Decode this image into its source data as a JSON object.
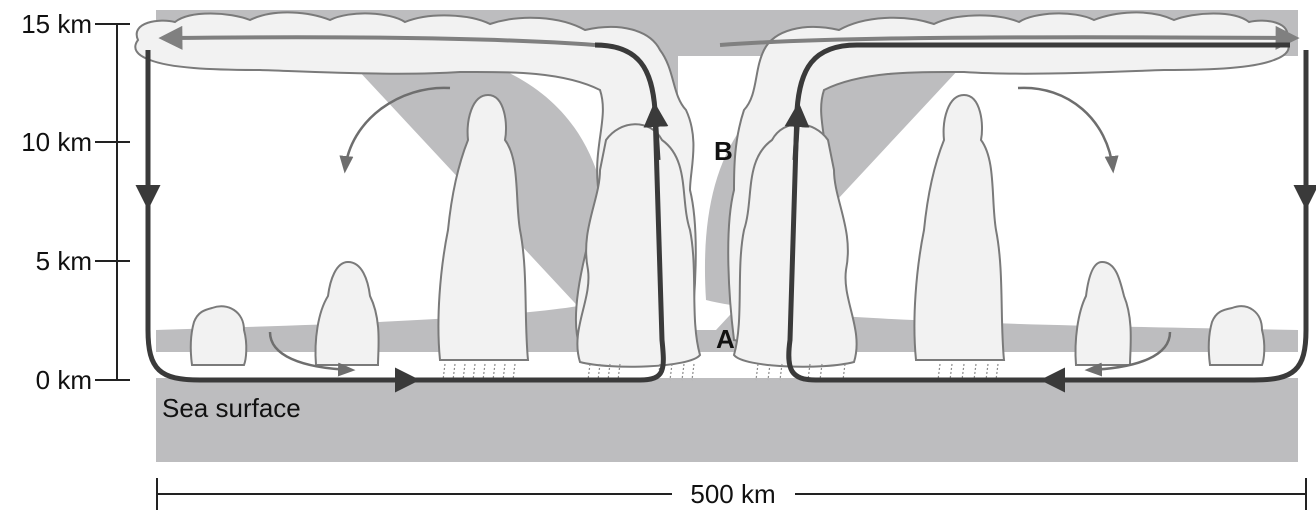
{
  "axis": {
    "ticks": [
      {
        "label": "15 km",
        "value": 15
      },
      {
        "label": "10 km",
        "value": 10
      },
      {
        "label": "5 km",
        "value": 5
      },
      {
        "label": "0 km",
        "value": 0
      }
    ]
  },
  "labels": {
    "sea_surface": "Sea surface",
    "point_a": "A",
    "point_b": "B",
    "width": "500 km"
  },
  "colors": {
    "background_gray": "#bdbdbf",
    "cloud_fill": "#f2f2f2",
    "cloud_stroke": "#7a7a7a",
    "circulation_arrow": "#3a3a3a",
    "outflow_arrow": "#808080"
  }
}
